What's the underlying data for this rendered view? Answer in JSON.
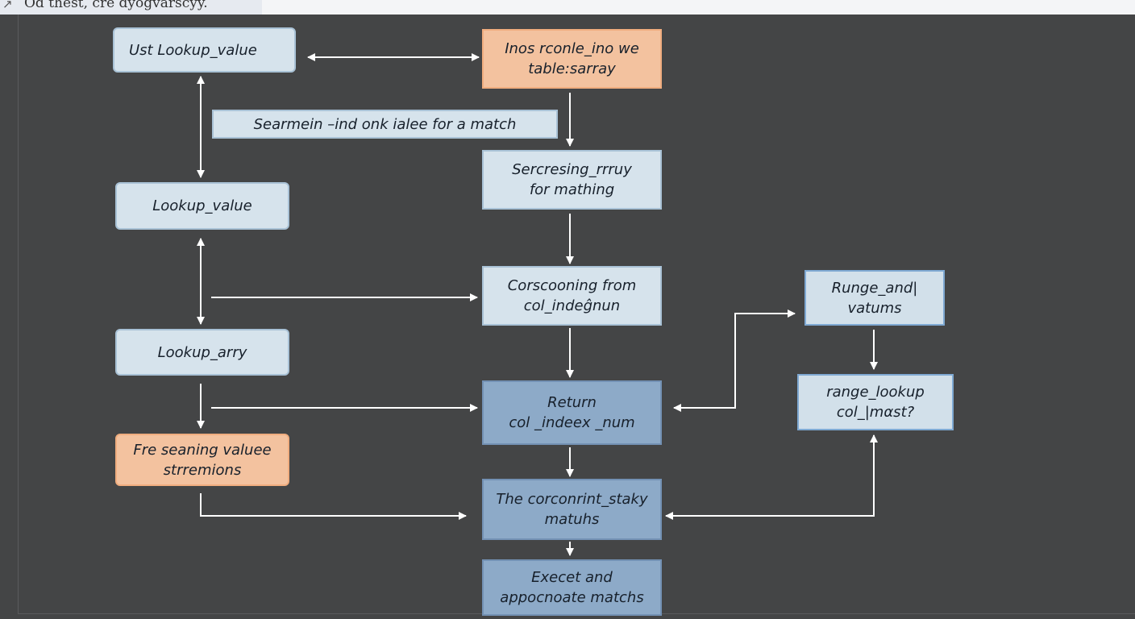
{
  "window": {
    "title": "Od  thest, cre dyogvarscyy.",
    "title_icon": "pin-icon"
  },
  "diagram": {
    "nodes": {
      "use_lookup_value": "Ust  Lookup_value",
      "input_table_array": "Inos rconle_ino we\ntable:sarray",
      "search_banner": "Searmein –ind onk  ialee for a match",
      "lookup_value": "Lookup_value",
      "searching_array": "Sercresing_rrruy\nfor mathing",
      "lookup_array": "Lookup_arry",
      "corresponding": "Corscooning from\ncol_indeĝnun",
      "range_and_values": "Runge_and|\nvatums",
      "return_col_index": "Return\ncol _indeex _num",
      "range_lookup": "range_lookup\ncol_|mαst?",
      "free_seaning": "Fre  seaning  valuee\nstrremions",
      "correct_matches": "The  corconrint_staky\nmatuhs",
      "exact_approx": "Execet  and\nappocnoate matchs"
    },
    "colors": {
      "background": "#444546",
      "light_box": "#d6e3ec",
      "orange_box": "#f3c29f",
      "dark_box": "#8daac8",
      "arrow": "#ffffff"
    }
  }
}
